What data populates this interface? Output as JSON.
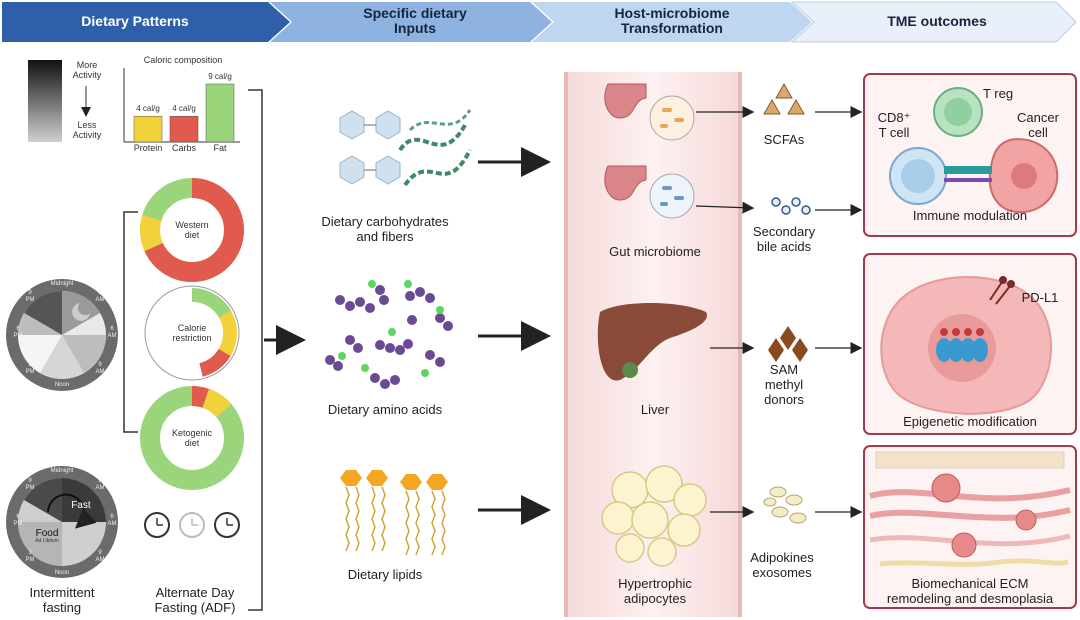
{
  "headers": [
    {
      "text": "Dietary Patterns",
      "color": "#2e5fa8"
    },
    {
      "text": "Specific dietary\nInputs",
      "color": "#8fb3e0"
    },
    {
      "text": "Host-microbiome\nTransformation",
      "color": "#bfd6f0"
    },
    {
      "text": "TME outcomes",
      "color": "#e6eef8"
    }
  ],
  "activity_scale": {
    "top": "More\nActivity",
    "bottom": "Less\nActivity"
  },
  "caloric_chart": {
    "title": "Caloric composition",
    "bars": [
      {
        "label": "Protein",
        "value": 4,
        "value_label": "4 cal/g",
        "color": "#f2d23a"
      },
      {
        "label": "Carbs",
        "value": 4,
        "value_label": "4 cal/g",
        "color": "#e05a4e"
      },
      {
        "label": "Fat",
        "value": 9,
        "value_label": "9 cal/g",
        "color": "#9ad47b"
      }
    ]
  },
  "diets": [
    {
      "name": "Western\ndiet"
    },
    {
      "name": "Calorie\nrestriction"
    },
    {
      "name": "Ketogenic\ndiet"
    }
  ],
  "clock_labels": {
    "midnight": "Midnight",
    "noon": "Noon",
    "pm9": "9\nPM",
    "am3": "3\nAM",
    "am6": "6\nAM",
    "pm6": "6\nPM",
    "pm3": "3\nPM",
    "am9": "9\nAM",
    "fast": "Fast",
    "food": "Food",
    "food_sub": "Ad Libitum"
  },
  "fasting_labels": {
    "intermittent": "Intermittent\nfasting",
    "adf": "Alternate Day\nFasting (ADF)"
  },
  "inputs": [
    {
      "label": "Dietary carbohydrates\nand fibers"
    },
    {
      "label": "Dietary amino acids"
    },
    {
      "label": "Dietary lipids"
    }
  ],
  "transform": {
    "gut": "Gut microbiome",
    "liver": "Liver",
    "adipo": "Hypertrophic\nadipocytes"
  },
  "metabolites": {
    "scfa": "SCFAs",
    "bile": "Secondary\nbile acids",
    "sam": "SAM\nmethyl\ndonors",
    "adipokines": "Adipokines\nexosomes"
  },
  "outcomes": {
    "treg": "T reg",
    "cd8": "CD8⁺\nT cell",
    "cancer": "Cancer\ncell",
    "immune": "Immune modulation",
    "pdl1": "PD-L1",
    "epigenetic": "Epigenetic modification",
    "ecm": "Biomechanical ECM\nremodeling and desmoplasia"
  },
  "colors": {
    "frame": "#a5384a",
    "arrow": "#222222",
    "liver": "#8a4a3a",
    "sam": "#8a4a20"
  }
}
